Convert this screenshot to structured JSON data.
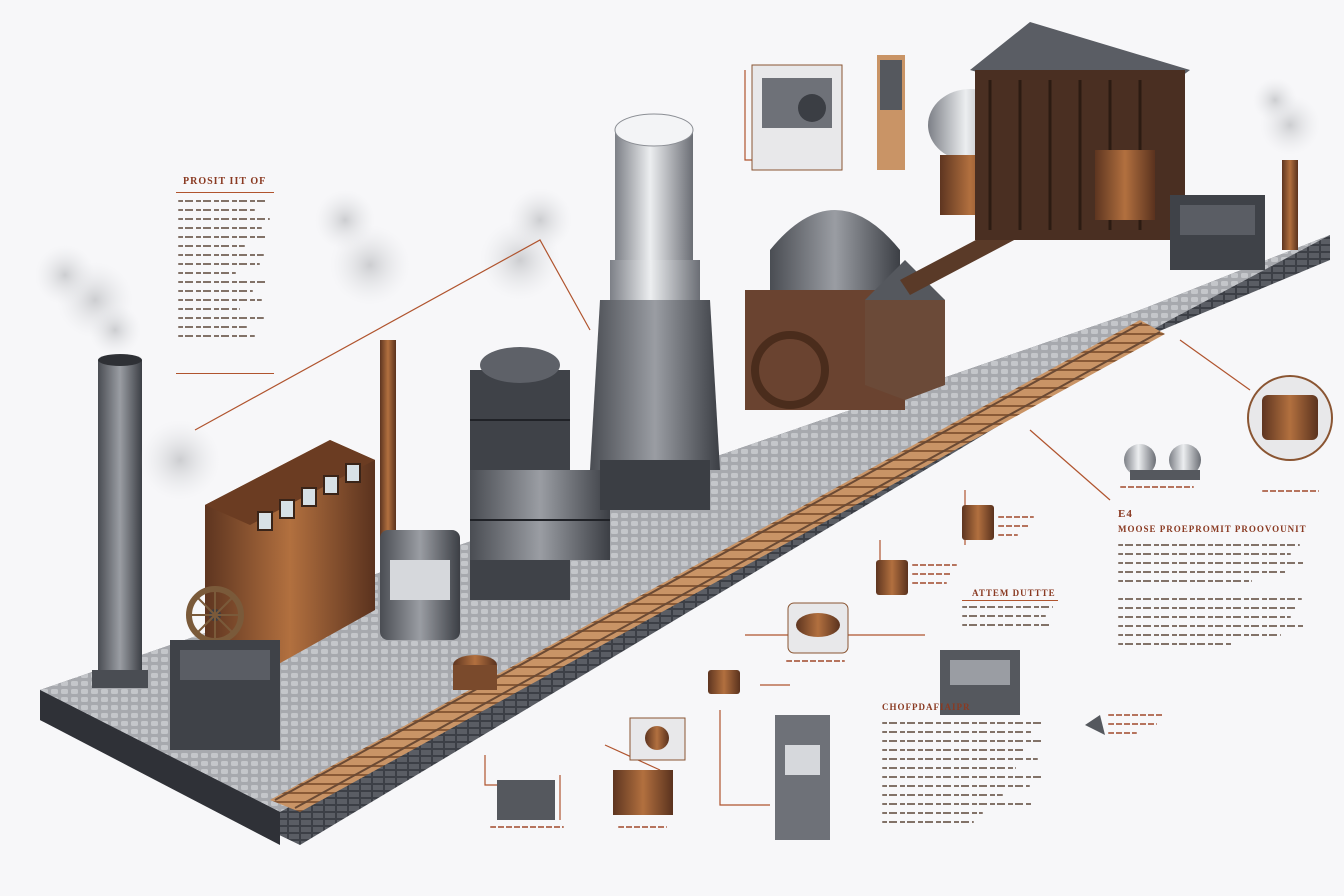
{
  "colors": {
    "background": "#f7f7f9",
    "accent": "#b0542e",
    "copper": "#8a5532",
    "steel": "#6e7178",
    "dark_steel": "#3b3e44",
    "stone": "#9c9ea3",
    "rail": "#c8925f"
  },
  "icons": [
    "smoke-icon",
    "chimney-icon",
    "boiler-icon",
    "flywheel-icon",
    "tank-icon",
    "engine-icon",
    "furnace-icon",
    "gauge-icon",
    "cart-icon"
  ],
  "labels": {
    "left_panel_heading": "PROSIT IIT OF",
    "right_panel_prefix": "E4",
    "right_panel_heading": "MOOSE PROEPROMIT PROOVOUNIT",
    "mid_heading": "ATTEM DUTTTE",
    "bottom_heading": "CHOFPDAFIAIPR"
  }
}
